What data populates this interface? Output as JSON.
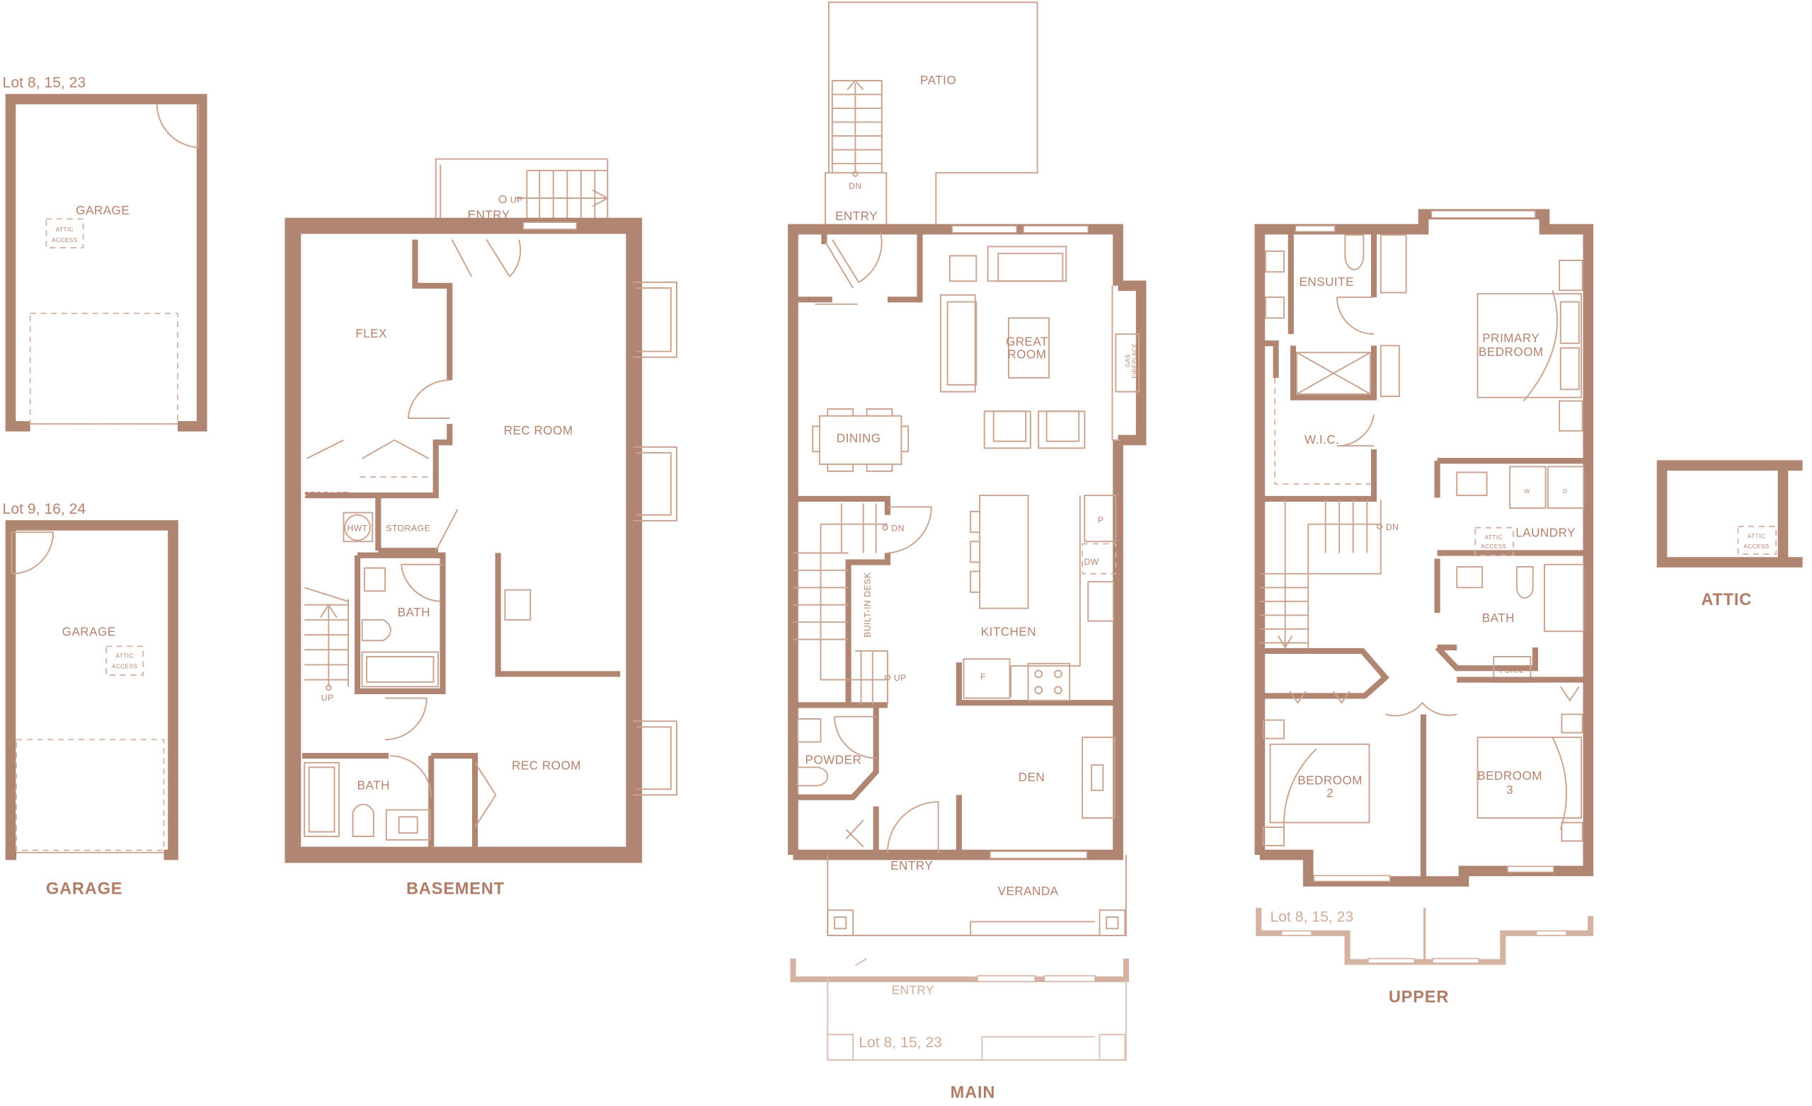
{
  "colors": {
    "wall": "#b08572",
    "line": "#c9a491",
    "text": "#b5826e",
    "background": "#ffffff"
  },
  "garage": {
    "title": "GARAGE",
    "plans": [
      {
        "lot": "Lot 8, 15, 23",
        "room": "GARAGE",
        "attic_access_1": "ATTIC",
        "attic_access_2": "ACCESS"
      },
      {
        "lot": "Lot 9, 16, 24",
        "room": "GARAGE",
        "attic_access_1": "ATTIC",
        "attic_access_2": "ACCESS"
      }
    ]
  },
  "basement": {
    "title": "BASEMENT",
    "rooms": {
      "entry": "ENTRY",
      "up_top": "UP",
      "flex": "FLEX",
      "rec_room_1": "REC ROOM",
      "storage_1": "STORAGE",
      "hwt": "HWT",
      "storage_2": "STORAGE",
      "bath_1": "BATH",
      "up": "UP",
      "bath_2": "BATH",
      "rec_room_2": "REC ROOM"
    }
  },
  "main": {
    "title": "MAIN",
    "rooms": {
      "patio": "PATIO",
      "dn_top": "DN",
      "entry_top": "ENTRY",
      "great_room_1": "GREAT",
      "great_room_2": "ROOM",
      "fireplace_1": "GAS",
      "fireplace_2": "FIREPLACE",
      "dining": "DINING",
      "dn": "DN",
      "built_in_desk": "BUILT-IN DESK",
      "kitchen": "KITCHEN",
      "pantry": "P",
      "dishwasher": "DW",
      "fridge": "F",
      "up": "UP",
      "powder": "POWDER",
      "den": "DEN",
      "entry_bottom": "ENTRY",
      "veranda": "VERANDA"
    },
    "alternate": {
      "entry": "ENTRY",
      "lot": "Lot 8, 15, 23"
    }
  },
  "upper": {
    "title": "UPPER",
    "rooms": {
      "ensuite": "ENSUITE",
      "primary_1": "PRIMARY",
      "primary_2": "BEDROOM",
      "wic": "W.I.C.",
      "dn": "DN",
      "washer": "W",
      "dryer": "D",
      "laundry": "LAUNDRY",
      "attic_access_1": "ATTIC",
      "attic_access_2": "ACCESS",
      "bath": "BATH",
      "furnace": "FURN.",
      "bedroom2_1": "BEDROOM",
      "bedroom2_2": "2",
      "bedroom3_1": "BEDROOM",
      "bedroom3_2": "3"
    },
    "alternate": {
      "lot": "Lot 8, 15, 23"
    }
  },
  "attic": {
    "title": "ATTIC",
    "attic_access_1": "ATTIC",
    "attic_access_2": "ACCESS"
  }
}
